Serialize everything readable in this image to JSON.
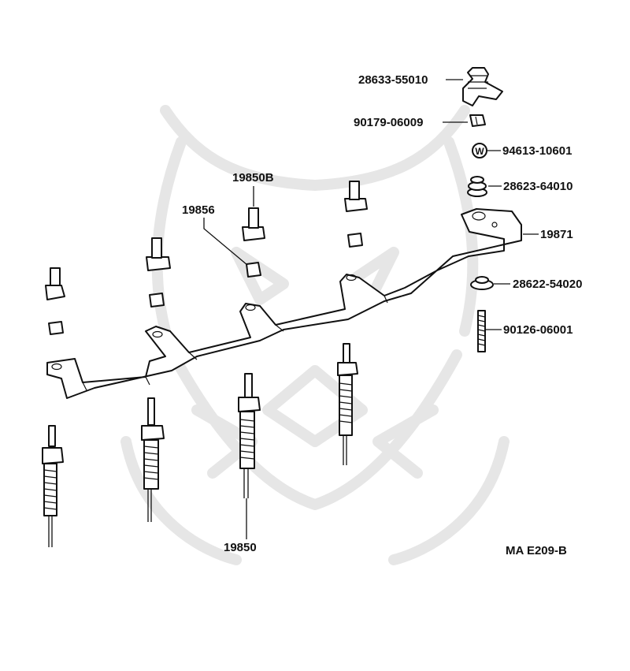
{
  "labels": {
    "p28633": "28633-55010",
    "p90179": "90179-06009",
    "p94613": "94613-10601",
    "p28623": "28623-64010",
    "p19871": "19871",
    "p28622": "28622-54020",
    "p90126": "90126-06001",
    "p19850B": "19850B",
    "p19856": "19856",
    "p19850": "19850",
    "washer_mark": "W"
  },
  "diagram_code": "MA E209-B",
  "colors": {
    "line": "#111111",
    "watermark": "#e6e6e6",
    "background": "#ffffff"
  }
}
